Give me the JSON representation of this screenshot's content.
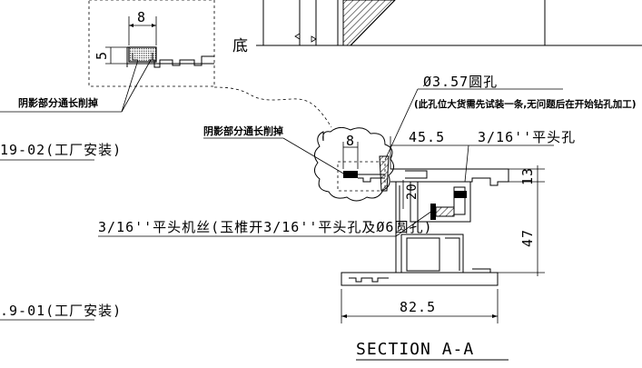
{
  "labels": {
    "bottom_char": "底",
    "shaded_part_left": "阴影部分通长削掉",
    "shaded_part_mid": "阴影部分通长削掉",
    "part_19_02": "19-02(工厂安装)",
    "part_19_01": ".9-01(工厂安装)",
    "hole_dia": "Ø3.57圆孔",
    "hole_note": "(此孔位大货需先试装一条,无问题后在开始钻孔加工)",
    "flat_hole": "3/16''平头孔",
    "screw_note": "3/16''平头机丝(玉椎开3/16''平头孔及Ø6圆孔)",
    "section_title": "SECTION A-A"
  },
  "dimensions": {
    "d8_top": "8",
    "d5_top": "5",
    "d8_mid": "8",
    "d45_5": "45.5",
    "d20": "20",
    "d13": "13",
    "d47": "47",
    "d82_5": "82.5"
  },
  "colors": {
    "ink": "#000000",
    "background": "#ffffff"
  }
}
